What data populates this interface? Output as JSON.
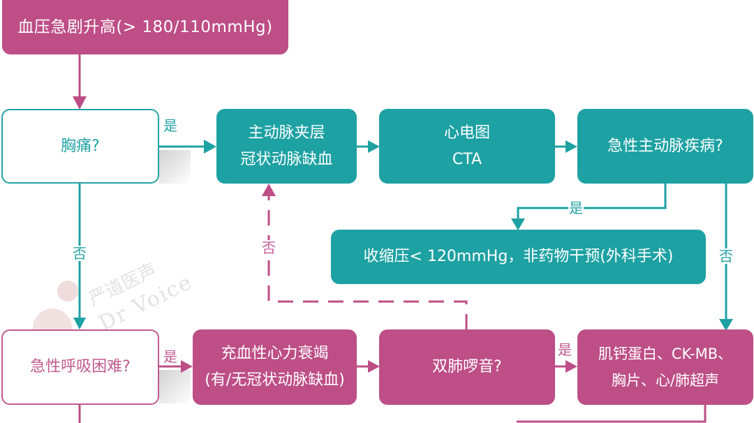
{
  "colors": {
    "teal": "#1ea1a3",
    "pink": "#bd4e86",
    "white": "#ffffff",
    "watermark": "#efdcdc"
  },
  "nodes": {
    "bp_rise": "血压急剧升高(> 180/110mmHg)",
    "chest_pain": "胸痛?",
    "dissection": "主动脉夹层\n冠状动脉缺血",
    "ecg_cta": "心电图\nCTA",
    "acute_aortic": "急性主动脉疾病?",
    "sbp_target": "收缩压< 120mmHg，非药物干预(外科手术)",
    "dyspnea": "急性呼吸困难?",
    "chf": "充血性心力衰竭\n(有/无冠状动脉缺血)",
    "rales": "双肺啰音?",
    "tests": "肌钙蛋白、CK-MB、\n胸片、心/肺超声"
  },
  "edge_labels": {
    "chest_yes": "是",
    "chest_no": "否",
    "aortic_yes": "是",
    "aortic_no": "否",
    "dyspnea_yes": "是",
    "rales_yes": "是",
    "rales_no": "否"
  },
  "watermark": {
    "cn": "严道医声",
    "en": "Dr Voice"
  }
}
